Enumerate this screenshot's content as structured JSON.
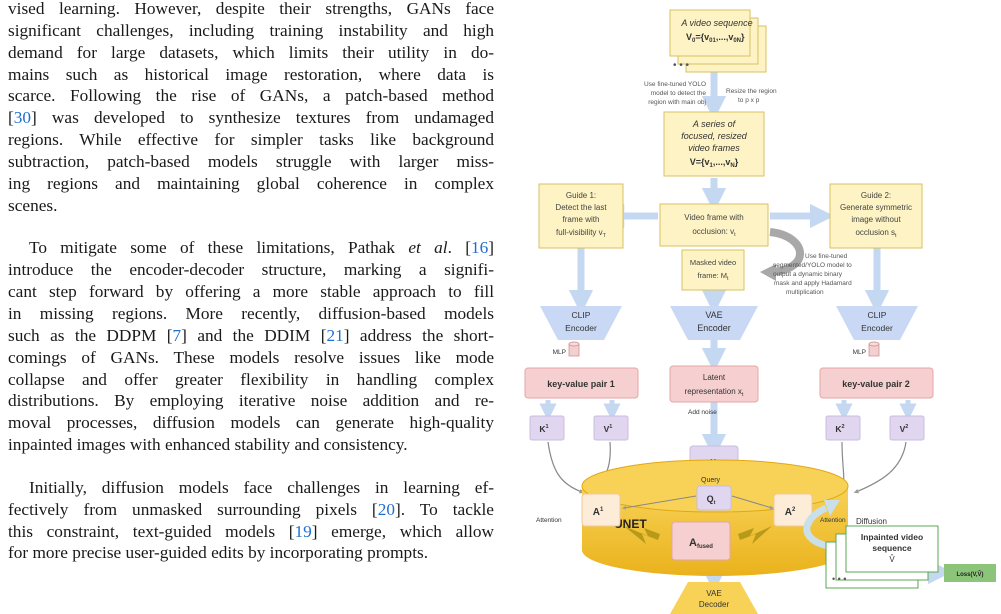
{
  "paragraphs": [
    {
      "indent": false,
      "lines": [
        [
          {
            "t": "vised learning. However, despite their strengths, GANs face"
          }
        ],
        [
          {
            "t": "significant challenges, including training instability and high"
          }
        ],
        [
          {
            "t": "demand for large datasets, which limits their utility in do-"
          }
        ],
        [
          {
            "t": "mains such as historical image restoration, where data is"
          }
        ],
        [
          {
            "t": "scarce. Following the rise of GANs, a patch-based method"
          }
        ],
        [
          {
            "t": "["
          },
          {
            "t": "30",
            "ref": true
          },
          {
            "t": "] was developed to synthesize textures from undamaged"
          }
        ],
        [
          {
            "t": "regions. While effective for simpler tasks like background"
          }
        ],
        [
          {
            "t": "subtraction, patch-based models struggle with larger miss-"
          }
        ],
        [
          {
            "t": "ing regions and maintaining global coherence in complex"
          }
        ],
        [
          {
            "t": "scenes."
          }
        ]
      ]
    },
    {
      "indent": true,
      "lines": [
        [
          {
            "t": "To mitigate some of these limitations, Pathak "
          },
          {
            "t": "et al",
            "i": true
          },
          {
            "t": ". ["
          },
          {
            "t": "16",
            "ref": true
          },
          {
            "t": "]"
          }
        ],
        [
          {
            "t": "introduce the encoder-decoder structure, marking a signifi-"
          }
        ],
        [
          {
            "t": "cant step forward by offering a more stable approach to fill"
          }
        ],
        [
          {
            "t": "in missing regions. More recently, diffusion-based models"
          }
        ],
        [
          {
            "t": "such as the DDPM ["
          },
          {
            "t": "7",
            "ref": true
          },
          {
            "t": "] and the DDIM ["
          },
          {
            "t": "21",
            "ref": true
          },
          {
            "t": "] address the short-"
          }
        ],
        [
          {
            "t": "comings of GANs. These models resolve issues like mode"
          }
        ],
        [
          {
            "t": "collapse and offer greater flexibility in handling complex"
          }
        ],
        [
          {
            "t": "distributions. By employing iterative noise addition and re-"
          }
        ],
        [
          {
            "t": "moval processes, diffusion models can generate high-quality"
          }
        ],
        [
          {
            "t": "inpainted images with enhanced stability and consistency."
          }
        ]
      ]
    },
    {
      "indent": true,
      "lines": [
        [
          {
            "t": "Initially, diffusion models face challenges in learning ef-"
          }
        ],
        [
          {
            "t": "fectively from unmasked surrounding pixels ["
          },
          {
            "t": "20",
            "ref": true
          },
          {
            "t": "]. To tackle"
          }
        ],
        [
          {
            "t": "this constraint, text-guided models ["
          },
          {
            "t": "19",
            "ref": true
          },
          {
            "t": "] emerge, which allow"
          }
        ],
        [
          {
            "t": "for more precise user-guided edits by incorporating prompts."
          }
        ]
      ]
    }
  ],
  "figure": {
    "video_sequence": [
      "A video sequence",
      "V",
      "0",
      "={v",
      "01",
      ",...,v",
      "0N",
      "}"
    ],
    "left_note": [
      "Use fine-tuned YOLO",
      "model to detect the",
      "region with main obj"
    ],
    "right_note": [
      "Resize the region",
      "to p x p"
    ],
    "focused": [
      "A series of",
      "focused, resized",
      "video frames",
      "V={v",
      "1",
      ",...,v",
      "N",
      "}"
    ],
    "guide1": [
      "Guide 1:",
      "Detect the last",
      "frame with",
      "full-visibility  v",
      "T"
    ],
    "guide2": [
      "Guide 2:",
      "Generate symmetric",
      "image without",
      "occlusion s",
      "t"
    ],
    "occlusion": [
      "Video frame with",
      "occlusion: v",
      "t"
    ],
    "masked": [
      "Masked video",
      "frame: M",
      "t"
    ],
    "seg_note": [
      "Use fine-tuned",
      "segmented/YOLO model to",
      "output a dynamic binary",
      "mask  and apply Hadamard",
      "multiplication"
    ],
    "clip_left": [
      "CLIP",
      "Encoder"
    ],
    "vae_enc": [
      "VAE",
      "Encoder"
    ],
    "clip_right": [
      "CLIP",
      "Encoder"
    ],
    "mlp": "MLP",
    "kv1": "key-value pair 1",
    "kv2": "key-value pair 2",
    "latent": [
      "Latent",
      "representation x",
      "t"
    ],
    "add_noise": "Add noise",
    "k1": [
      "K",
      "1"
    ],
    "v1": [
      "V",
      "1"
    ],
    "k2": [
      "K",
      "2"
    ],
    "v2": [
      "V",
      "2"
    ],
    "yt": [
      "y",
      "t"
    ],
    "query": "Query",
    "qt": [
      "Q",
      "t"
    ],
    "attention": "Attention",
    "a1": [
      "A",
      "1"
    ],
    "a2": [
      "A",
      "2"
    ],
    "unet": "UNET",
    "afused": [
      "A",
      "fused"
    ],
    "diffusion": "Diffusion",
    "inpainted": [
      "Inpainted video",
      "sequence",
      "V̂"
    ],
    "vae_dec": [
      "VAE",
      "Decoder"
    ],
    "loss": "Loss(V,V̂)",
    "colors": {
      "note_fill": "#fdf3c4",
      "note_stroke": "#d8c061",
      "encoder_fill": "#c9d8f5",
      "kv_fill": "#f6d0d0",
      "kv_stroke": "#e4a6a6",
      "kvsmall_fill": "#e0d6f0",
      "unet_fill": "#f4c531",
      "arrow": "#c5d8f1",
      "loss_fill": "#8cc47a"
    }
  }
}
